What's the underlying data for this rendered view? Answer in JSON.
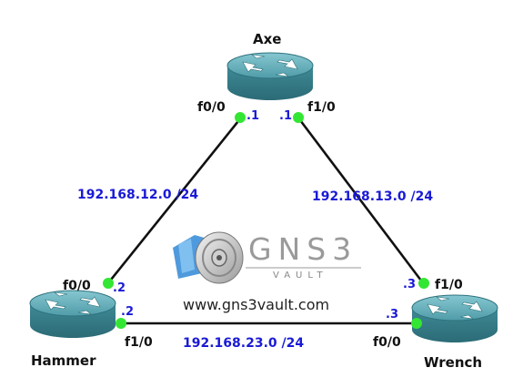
{
  "routers": {
    "axe": {
      "name": "Axe"
    },
    "hammer": {
      "name": "Hammer"
    },
    "wrench": {
      "name": "Wrench"
    }
  },
  "interfaces": {
    "axe_f00": "f0/0",
    "axe_f10": "f1/0",
    "hammer_f00": "f0/0",
    "hammer_f10": "f1/0",
    "wrench_f10": "f1/0",
    "wrench_f00": "f0/0"
  },
  "ips": {
    "axe_f00": ".1",
    "axe_f10": ".1",
    "hammer_f00": ".2",
    "hammer_f10": ".2",
    "wrench_f10": ".3",
    "wrench_f00": ".3"
  },
  "networks": {
    "axe_hammer": "192.168.12.0 /24",
    "axe_wrench": "192.168.13.0 /24",
    "hammer_wrench": "192.168.23.0 /24"
  },
  "logo": {
    "brand": "GNS3",
    "sub": "VAULT",
    "url": "www.gns3vault.com"
  },
  "colors": {
    "router_body": "#3f8f9c",
    "router_top": "#6fb6c2",
    "link": "#111111",
    "port_dot": "#33e633",
    "ip_text": "#1a1ad6"
  }
}
